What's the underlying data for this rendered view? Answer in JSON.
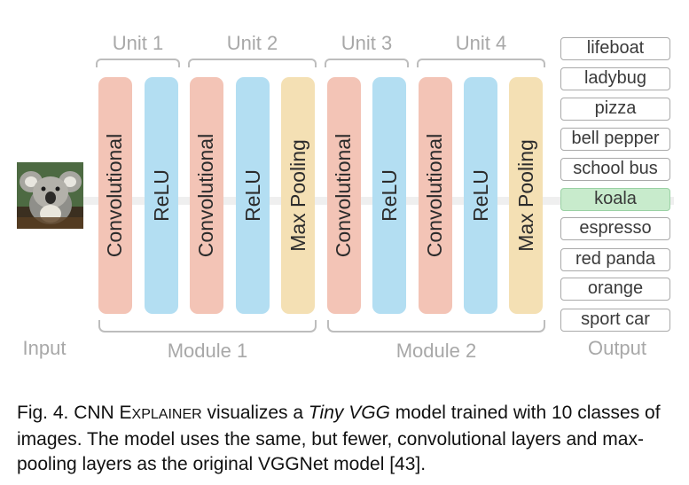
{
  "units": [
    "Unit 1",
    "Unit 2",
    "Unit 3",
    "Unit 4"
  ],
  "modules": [
    "Module 1",
    "Module 2"
  ],
  "layers": [
    {
      "label": "Convolutional",
      "kind": "conv"
    },
    {
      "label": "ReLU",
      "kind": "relu"
    },
    {
      "label": "Convolutional",
      "kind": "conv"
    },
    {
      "label": "ReLU",
      "kind": "relu"
    },
    {
      "label": "Max Pooling",
      "kind": "pool"
    },
    {
      "label": "Convolutional",
      "kind": "conv"
    },
    {
      "label": "ReLU",
      "kind": "relu"
    },
    {
      "label": "Convolutional",
      "kind": "conv"
    },
    {
      "label": "ReLU",
      "kind": "relu"
    },
    {
      "label": "Max Pooling",
      "kind": "pool"
    }
  ],
  "input_label": "Input",
  "output_label": "Output",
  "outputs": [
    "lifeboat",
    "ladybug",
    "pizza",
    "bell pepper",
    "school bus",
    "koala",
    "espresso",
    "red panda",
    "orange",
    "sport car"
  ],
  "highlighted_output": "koala",
  "colors": {
    "conv": "#f3c4b6",
    "relu": "#b3def2",
    "pool": "#f4e0b4",
    "highlight": "#c8ebcc",
    "label_gray": "#a8a8a8"
  },
  "caption": {
    "fig": "Fig. 4.",
    "tool_first": "CNN E",
    "tool_rest": "XPLAINER",
    "part1": " visualizes a ",
    "model": "Tiny VGG",
    "part2": " model trained with 10 classes of images. The model uses the same, but fewer, convolutional layers and max-pooling layers as the original VGGNet model [43]."
  }
}
